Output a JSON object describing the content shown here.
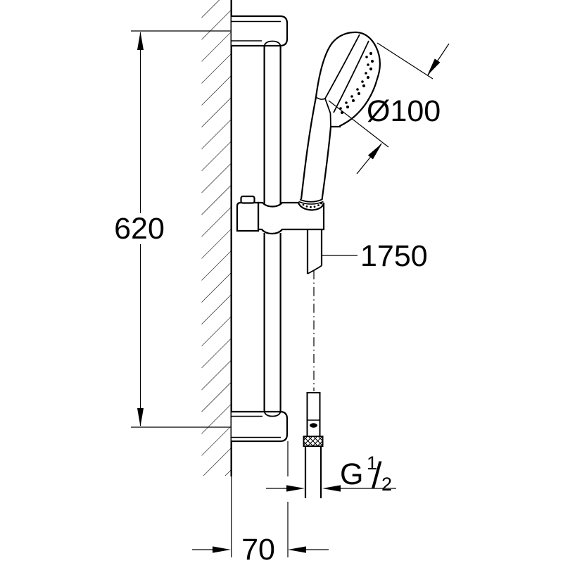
{
  "drawing": {
    "kind": "technical dimension drawing",
    "subject": "wall-mounted shower rail set with hand shower, hose and G 1/2 connector",
    "colors": {
      "line": "#000000",
      "background": "#ffffff"
    }
  },
  "labels": {
    "rail_length": "620",
    "hose_length": "1750",
    "head_diameter": "Ø100",
    "thread_letter": "G",
    "thread_numerator": "1",
    "thread_slash": "/",
    "thread_denominator": "2",
    "wall_offset": "70"
  }
}
